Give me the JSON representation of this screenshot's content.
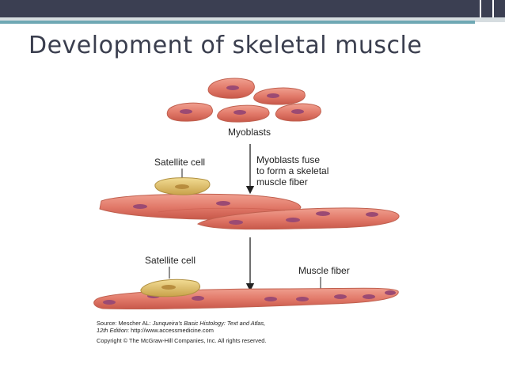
{
  "slide": {
    "title": "Development of skeletal muscle"
  },
  "figure": {
    "labels": {
      "myoblasts": "Myoblasts",
      "satellite_top": "Satellite cell",
      "fuse_line1": "Myoblasts fuse",
      "fuse_line2": "to form a skeletal",
      "fuse_line3": "muscle fiber",
      "satellite_bottom": "Satellite cell",
      "muscle_fiber": "Muscle fiber"
    },
    "source": {
      "line1_prefix": "Source: Mescher AL: ",
      "line1_italic": "Junqueira's Basic Histology: Text and Atlas,",
      "line2_italic": "12th Edition",
      "line2_rest": ": http://www.accessmedicine.com",
      "line3": "Copyright © The McGraw-Hill Companies, Inc. All rights reserved."
    }
  },
  "colors": {
    "header_dark": "#3b3f52",
    "accent_teal": "#6fa8b4",
    "title_text": "#3a3e4e",
    "cell_fill": "#e27a6a",
    "nucleus": "#9b4a73",
    "satellite_fill": "#e3c56f"
  }
}
